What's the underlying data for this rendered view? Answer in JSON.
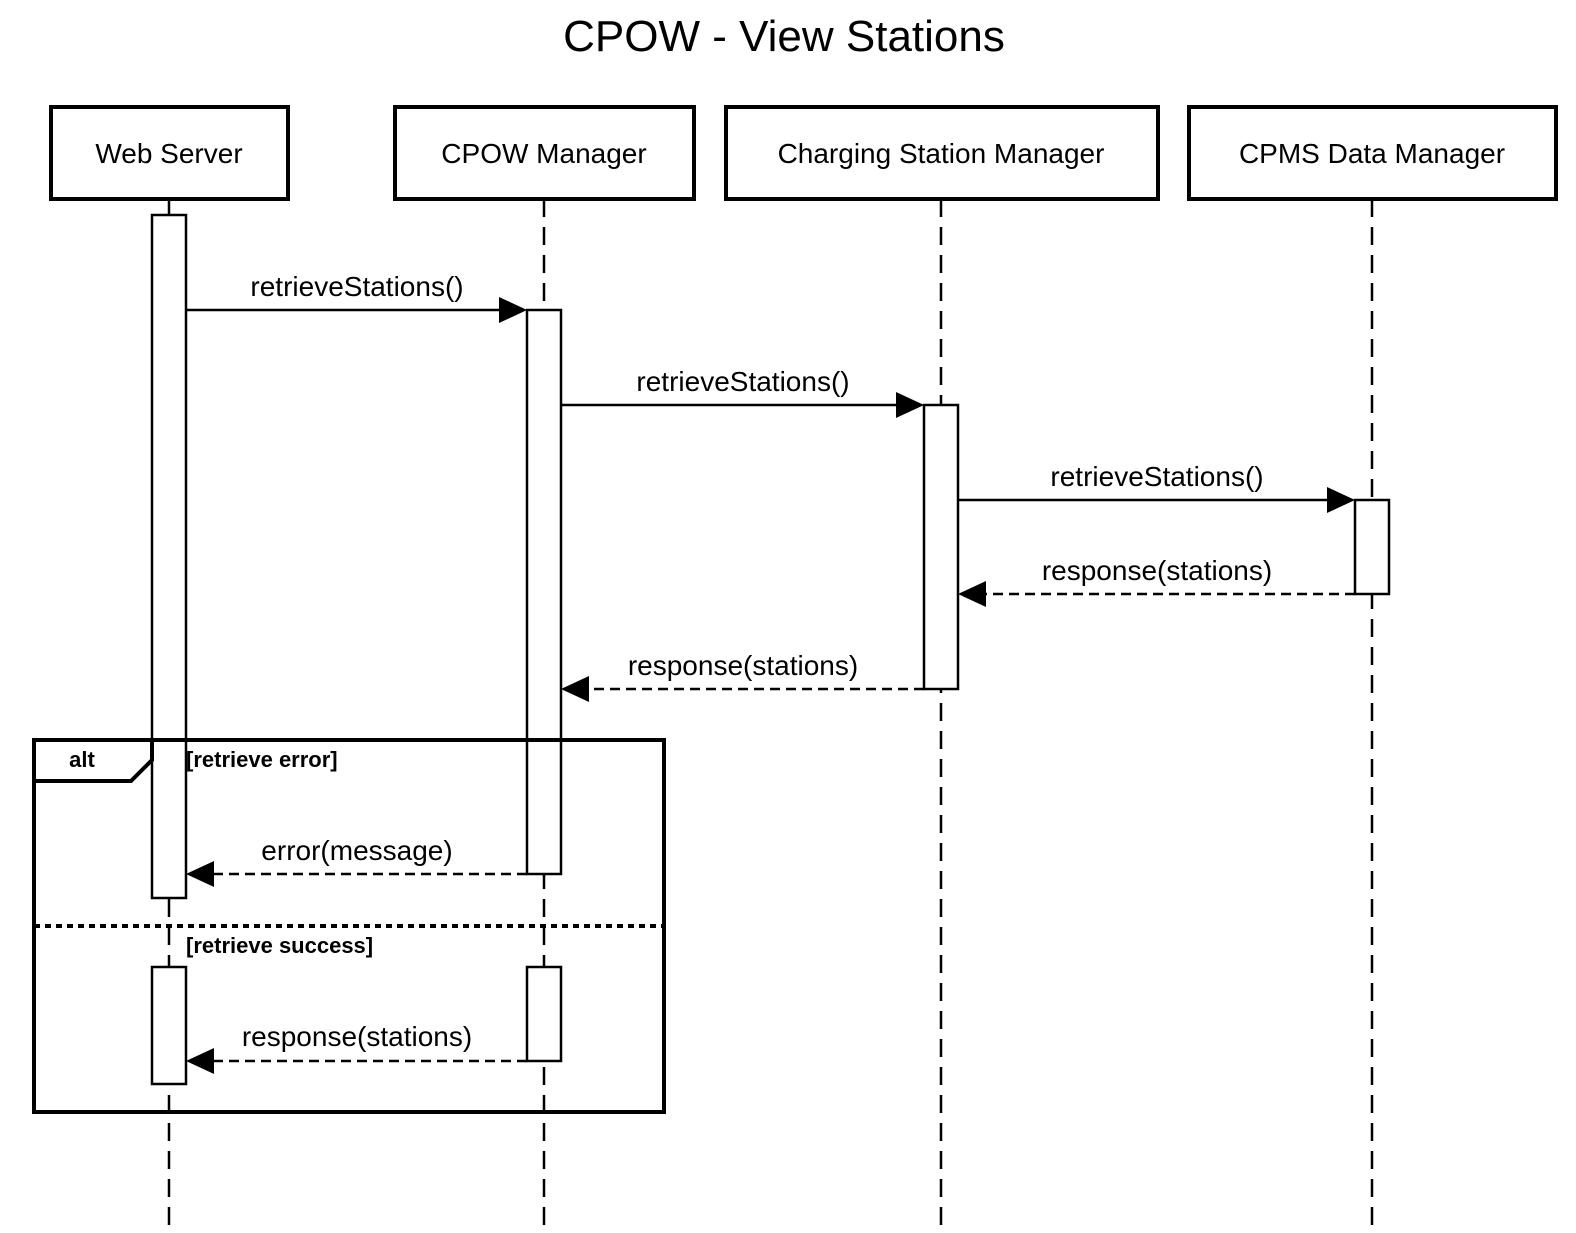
{
  "title": "CPOW - View Stations",
  "participants": [
    {
      "id": "web",
      "label": "Web Server"
    },
    {
      "id": "cpow",
      "label": "CPOW Manager"
    },
    {
      "id": "csm",
      "label": "Charging Station Manager"
    },
    {
      "id": "cpms",
      "label": "CPMS Data Manager"
    }
  ],
  "messages": [
    {
      "label": "retrieveStations()",
      "from": "web",
      "to": "cpow",
      "kind": "sync"
    },
    {
      "label": "retrieveStations()",
      "from": "cpow",
      "to": "csm",
      "kind": "sync"
    },
    {
      "label": "retrieveStations()",
      "from": "csm",
      "to": "cpms",
      "kind": "sync"
    },
    {
      "label": "response(stations)",
      "from": "cpms",
      "to": "csm",
      "kind": "return"
    },
    {
      "label": "response(stations)",
      "from": "csm",
      "to": "cpow",
      "kind": "return"
    },
    {
      "label": "error(message)",
      "from": "cpow",
      "to": "web",
      "kind": "return"
    },
    {
      "label": "response(stations)",
      "from": "cpow",
      "to": "web",
      "kind": "return"
    }
  ],
  "fragment": {
    "kind": "alt",
    "guards": [
      "[retrieve error]",
      "[retrieve success]"
    ]
  }
}
